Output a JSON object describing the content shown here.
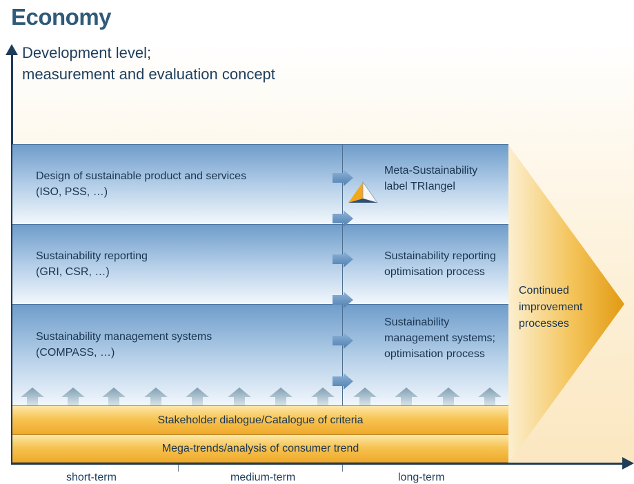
{
  "title": "Economy",
  "y_axis": {
    "label_line1": "Development level;",
    "label_line2": "measurement and evaluation concept"
  },
  "x_axis": {
    "labels": [
      "short-term",
      "medium-term",
      "long-term"
    ]
  },
  "rows": [
    {
      "left_line1": "Design of sustainable product and services",
      "left_line2": "(ISO, PSS, …)",
      "right_lines": [
        "Meta-Sustainability",
        "label TRIangel"
      ]
    },
    {
      "left_line1": "Sustainability reporting",
      "left_line2": "(GRI, CSR, …)",
      "right_lines": [
        "Sustainability reporting",
        "optimisation process"
      ]
    },
    {
      "left_line1": "Sustainability management systems",
      "left_line2": "(COMPASS, …)",
      "right_lines": [
        "Sustainability",
        "management systems;",
        "optimisation process"
      ]
    }
  ],
  "foundation": {
    "stakeholder": "Stakeholder dialogue/Catalogue of criteria",
    "megatrends": "Mega-trends/analysis of consumer trend"
  },
  "outcome": {
    "lines": [
      "Continued",
      "improvement",
      "processes"
    ]
  },
  "colors": {
    "title": "#2f5a7a",
    "axis": "#1f3c5a",
    "band_top": "#6f9dcb",
    "band_bottom": "#f2f7fc",
    "gold": "#f0a92a",
    "chevron": "#e8a21a"
  },
  "icons": [
    "triangel-logo-icon",
    "arrow-right-icon",
    "arrow-up-icon",
    "chevron-right-icon"
  ]
}
